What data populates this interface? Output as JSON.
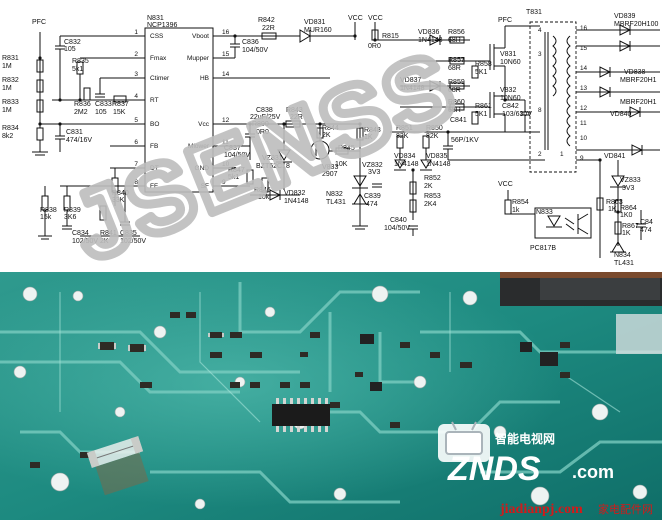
{
  "watermark": "JSENSS",
  "schematic": {
    "ic": {
      "ref": "N831",
      "part": "NCP1396",
      "left_pins": [
        {
          "num": "1",
          "name": "CSS"
        },
        {
          "num": "2",
          "name": "Fmax"
        },
        {
          "num": "3",
          "name": "Ctimer"
        },
        {
          "num": "4",
          "name": "RT"
        },
        {
          "num": "5",
          "name": "BO"
        },
        {
          "num": "6",
          "name": "FB"
        },
        {
          "num": "7",
          "name": "DT"
        },
        {
          "num": "8",
          "name": "FF"
        }
      ],
      "right_pins": [
        {
          "num": "16",
          "name": "Vboot"
        },
        {
          "num": "15",
          "name": "Mupper"
        },
        {
          "num": "14",
          "name": "HB"
        },
        {
          "num": "12",
          "name": "Vcc"
        },
        {
          "num": "11",
          "name": "Mlower"
        },
        {
          "num": "10",
          "name": "GND"
        },
        {
          "num": "9",
          "name": "SF"
        }
      ]
    },
    "labels": [
      {
        "id": "pfc-left",
        "text": "PFC"
      },
      {
        "id": "r831",
        "text": "R831"
      },
      {
        "id": "r831v",
        "text": "1M"
      },
      {
        "id": "r832",
        "text": "R832"
      },
      {
        "id": "r832v",
        "text": "1M"
      },
      {
        "id": "r833",
        "text": "R833"
      },
      {
        "id": "r833v",
        "text": "1M"
      },
      {
        "id": "r834",
        "text": "R834"
      },
      {
        "id": "r834v",
        "text": "8k2"
      },
      {
        "id": "c831",
        "text": "C831"
      },
      {
        "id": "c831v",
        "text": "474/16V"
      },
      {
        "id": "c832",
        "text": "C832"
      },
      {
        "id": "c832v",
        "text": "105"
      },
      {
        "id": "r835",
        "text": "R835"
      },
      {
        "id": "r835v",
        "text": "5k1"
      },
      {
        "id": "r836",
        "text": "R836"
      },
      {
        "id": "r836v",
        "text": "2M2"
      },
      {
        "id": "c833",
        "text": "C833"
      },
      {
        "id": "c833v",
        "text": "105"
      },
      {
        "id": "r837",
        "text": "R837"
      },
      {
        "id": "r837v",
        "text": "15K"
      },
      {
        "id": "r838",
        "text": "R838"
      },
      {
        "id": "r838v",
        "text": "15k"
      },
      {
        "id": "r839",
        "text": "R839"
      },
      {
        "id": "r839v",
        "text": "3K6"
      },
      {
        "id": "c834",
        "text": "C834"
      },
      {
        "id": "c834v",
        "text": "102/50V"
      },
      {
        "id": "r840",
        "text": "R840"
      },
      {
        "id": "r840v",
        "text": "33K"
      },
      {
        "id": "r841",
        "text": "R841"
      },
      {
        "id": "r841v",
        "text": "2K"
      },
      {
        "id": "c835",
        "text": "C835"
      },
      {
        "id": "c835v",
        "text": "102/50V"
      },
      {
        "id": "r842",
        "text": "R842"
      },
      {
        "id": "r842v",
        "text": "22R"
      },
      {
        "id": "vd831",
        "text": "VD831"
      },
      {
        "id": "vd831v",
        "text": "MUR160"
      },
      {
        "id": "c836",
        "text": "C836"
      },
      {
        "id": "c836v",
        "text": "104/50V"
      },
      {
        "id": "vcc1",
        "text": "VCC"
      },
      {
        "id": "vcc2",
        "text": "VCC"
      },
      {
        "id": "or0",
        "text": "0R0"
      },
      {
        "id": "r815",
        "text": "R815"
      },
      {
        "id": "c838",
        "text": "C838"
      },
      {
        "id": "c838v",
        "text": "22uF/25V"
      },
      {
        "id": "r890",
        "text": "R890"
      },
      {
        "id": "r890v",
        "text": "0R0"
      },
      {
        "id": "r843",
        "text": "R843"
      },
      {
        "id": "r843v",
        "text": "22R"
      },
      {
        "id": "r844",
        "text": "R844"
      },
      {
        "id": "r844v",
        "text": "2K"
      },
      {
        "id": "c837",
        "text": "C837"
      },
      {
        "id": "c837v",
        "text": "104/50V"
      },
      {
        "id": "vz831",
        "text": "VZ831"
      },
      {
        "id": "vz831v",
        "text": "BZT52C18"
      },
      {
        "id": "v833",
        "text": "V833"
      },
      {
        "id": "v833v",
        "text": "2907"
      },
      {
        "id": "r845",
        "text": "R845"
      },
      {
        "id": "r845v",
        "text": "10K"
      },
      {
        "id": "r847",
        "text": "R847"
      },
      {
        "id": "r847v",
        "text": "5k1"
      },
      {
        "id": "r846",
        "text": "R846"
      },
      {
        "id": "r846v",
        "text": "10k"
      },
      {
        "id": "vd832",
        "text": "VD832"
      },
      {
        "id": "vd832v",
        "text": "1N4148"
      },
      {
        "id": "r848",
        "text": "R848"
      },
      {
        "id": "r848v",
        "text": "1K"
      },
      {
        "id": "vz832",
        "text": "VZ832"
      },
      {
        "id": "vz832v",
        "text": "3V3"
      },
      {
        "id": "c839",
        "text": "C839"
      },
      {
        "id": "c839v",
        "text": "474"
      },
      {
        "id": "n832",
        "text": "N832"
      },
      {
        "id": "n832v",
        "text": "TL431"
      },
      {
        "id": "vd836",
        "text": "VD836"
      },
      {
        "id": "vd836v",
        "text": "1N4148"
      },
      {
        "id": "r856",
        "text": "R856"
      },
      {
        "id": "r856v",
        "text": "68R"
      },
      {
        "id": "r857",
        "text": "R857"
      },
      {
        "id": "r857v",
        "text": "68R"
      },
      {
        "id": "r858",
        "text": "R858"
      },
      {
        "id": "r858v",
        "text": "5K1"
      },
      {
        "id": "pfc-right",
        "text": "PFC"
      },
      {
        "id": "v831",
        "text": "V831"
      },
      {
        "id": "v831v",
        "text": "10N60"
      },
      {
        "id": "vd837",
        "text": "VD837"
      },
      {
        "id": "vd837v",
        "text": "1N4148"
      },
      {
        "id": "r859",
        "text": "R859"
      },
      {
        "id": "r859v",
        "text": "68R"
      },
      {
        "id": "r860",
        "text": "R860"
      },
      {
        "id": "r860v",
        "text": "68R"
      },
      {
        "id": "r861",
        "text": "R861"
      },
      {
        "id": "r861v",
        "text": "5K1"
      },
      {
        "id": "v832",
        "text": "V832"
      },
      {
        "id": "v832v",
        "text": "10N60"
      },
      {
        "id": "c842",
        "text": "C842"
      },
      {
        "id": "c842v",
        "text": "103/630V"
      },
      {
        "id": "r851",
        "text": "R851"
      },
      {
        "id": "r851v",
        "text": "82K"
      },
      {
        "id": "r850",
        "text": "R850"
      },
      {
        "id": "r850v",
        "text": "82K"
      },
      {
        "id": "c841",
        "text": "C841"
      },
      {
        "id": "c841v",
        "text": "56P/1KV"
      },
      {
        "id": "vd834",
        "text": "VD834"
      },
      {
        "id": "vd834v",
        "text": "1N4148"
      },
      {
        "id": "vd835",
        "text": "VD835"
      },
      {
        "id": "vd835v",
        "text": "1N4148"
      },
      {
        "id": "r852",
        "text": "R852"
      },
      {
        "id": "r852v",
        "text": "2K"
      },
      {
        "id": "r853",
        "text": "R853"
      },
      {
        "id": "r853v",
        "text": "2K4"
      },
      {
        "id": "c840",
        "text": "C840"
      },
      {
        "id": "c840v",
        "text": "104/50V"
      },
      {
        "id": "t831",
        "text": "T831"
      },
      {
        "id": "vd839",
        "text": "VD839"
      },
      {
        "id": "vd839v",
        "text": "MBRF20H100"
      },
      {
        "id": "vd838",
        "text": "VD838"
      },
      {
        "id": "vd838v",
        "text": "MBRF20H1"
      },
      {
        "id": "vd840",
        "text": "VD840"
      },
      {
        "id": "vd840v",
        "text": "MBRF20H1"
      },
      {
        "id": "vd841",
        "text": "VD841"
      },
      {
        "id": "vz833",
        "text": "VZ833"
      },
      {
        "id": "vz833v",
        "text": "3V3"
      },
      {
        "id": "vcc3",
        "text": "VCC"
      },
      {
        "id": "r854",
        "text": "R854"
      },
      {
        "id": "r854v",
        "text": "1k"
      },
      {
        "id": "n833",
        "text": "N833"
      },
      {
        "id": "n833v",
        "text": "PC817B"
      },
      {
        "id": "r863",
        "text": "R863"
      },
      {
        "id": "r863v",
        "text": "1K"
      },
      {
        "id": "r864",
        "text": "R864"
      },
      {
        "id": "r864v",
        "text": "1K0"
      },
      {
        "id": "r867",
        "text": "R867"
      },
      {
        "id": "r867v",
        "text": "1K"
      },
      {
        "id": "c84x",
        "text": "C84"
      },
      {
        "id": "c84xv",
        "text": "474"
      },
      {
        "id": "n834",
        "text": "N834"
      },
      {
        "id": "n834v",
        "text": "TL431"
      }
    ],
    "transformer_pins": [
      "4",
      "3",
      "8",
      "2",
      "1",
      "16",
      "15",
      "14",
      "13",
      "12",
      "11",
      "10",
      "9"
    ]
  },
  "photo": {
    "logo_brand": "ZNDS",
    "logo_tld": ".com",
    "logo_chinese": "智能电视网",
    "footer_site": "jiadianpj.com",
    "footer_chinese": "家电配件网"
  },
  "colors": {
    "board": "#1f8f86",
    "board_light": "#3fb1a6",
    "trace": "#8fd6cc",
    "logo_blue": "#2f7fd8",
    "footer_red": "#d21a1a"
  }
}
